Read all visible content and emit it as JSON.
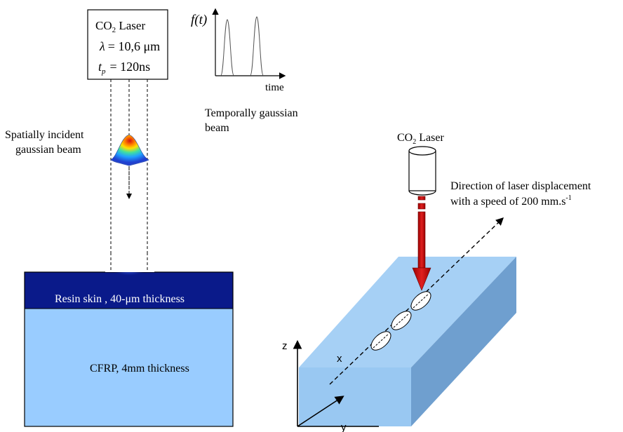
{
  "laser_box": {
    "title_main": "CO",
    "title_sub": "2",
    "title_rest": " Laser",
    "wavelength_symbol": "λ",
    "wavelength_value": "= 10,6 μm",
    "pulse_symbol": "t",
    "pulse_sub": "p",
    "pulse_value": "= 120ns"
  },
  "pulse_plot": {
    "y_label": "f(t)",
    "x_label": "time",
    "caption_line1": "Temporally gaussian",
    "caption_line2": "beam"
  },
  "spatial_beam": {
    "label_line1": "Spatially incident",
    "label_line2": "gaussian beam"
  },
  "sample_cross_section": {
    "resin_label": "Resin skin , 40-μm thickness",
    "cfrp_label": "CFRP, 4mm thickness",
    "resin_color": "#0a1a8a",
    "cfrp_color": "#99ccff"
  },
  "laser_head": {
    "label_main": "CO",
    "label_sub": "2",
    "label_rest": " Laser",
    "beam_color": "#cc1111"
  },
  "displacement": {
    "line1": "Direction of laser displacement",
    "line2": "with a speed of  200 mm.s",
    "line2_sup": "-1"
  },
  "axes": {
    "z": "z",
    "x": "x",
    "y": "y"
  },
  "block_colors": {
    "top": "#a6d0f5",
    "front": "#99c8f2",
    "side": "#6f9fcf"
  }
}
